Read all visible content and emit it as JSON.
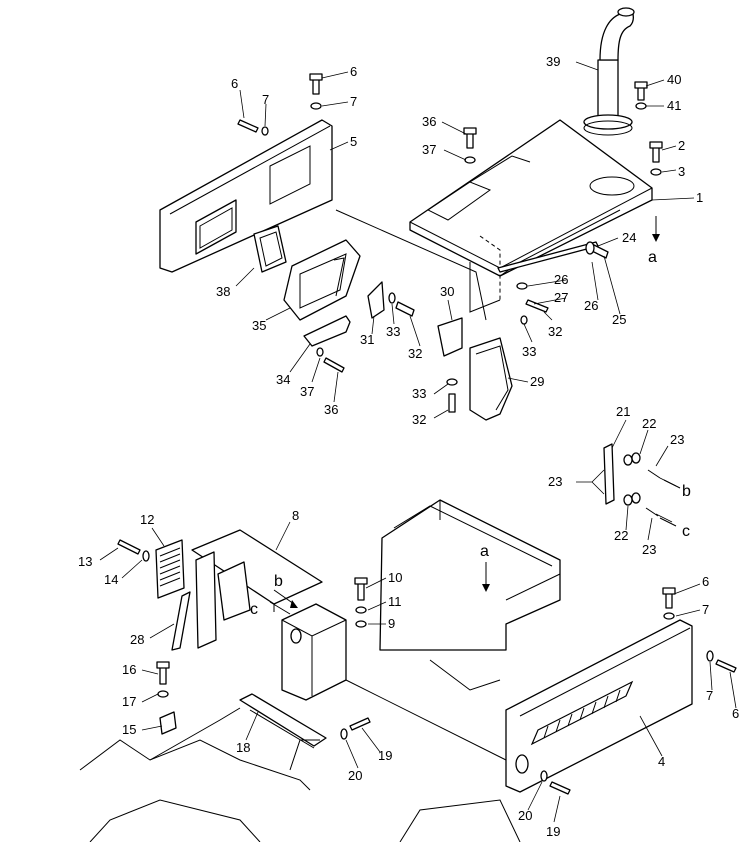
{
  "callouts": {
    "c39": "39",
    "c40": "40",
    "c41": "41",
    "c36a": "36",
    "c37a": "37",
    "c6a": "6",
    "c7a": "7",
    "c6b": "6",
    "c7b": "7",
    "c5": "5",
    "c2": "2",
    "c3": "3",
    "c1": "1",
    "c24": "24",
    "ca1": "a",
    "c26a": "26",
    "c26b": "26",
    "c25": "25",
    "c27": "27",
    "c32a": "32",
    "c33a": "33",
    "c30": "30",
    "c38": "38",
    "c35": "35",
    "c31": "31",
    "c33b": "33",
    "c32b": "32",
    "c34": "34",
    "c37b": "37",
    "c36b": "36",
    "c29": "29",
    "c33c": "33",
    "c32c": "32",
    "c21": "21",
    "c22a": "22",
    "c23a": "23",
    "c23b": "23",
    "cb1": "b",
    "c22b": "22",
    "c23c": "23",
    "cc1": "c",
    "c12": "12",
    "c8": "8",
    "c13": "13",
    "c14": "14",
    "cb2": "b",
    "cc2": "c",
    "c28": "28",
    "c10": "10",
    "c11": "11",
    "c9": "9",
    "ca2": "a",
    "c16": "16",
    "c17": "17",
    "c15": "15",
    "c18": "18",
    "c19a": "19",
    "c20a": "20",
    "c6c": "6",
    "c7c": "7",
    "c7d": "7",
    "c6d": "6",
    "c4": "4",
    "c20b": "20",
    "c19b": "19"
  }
}
